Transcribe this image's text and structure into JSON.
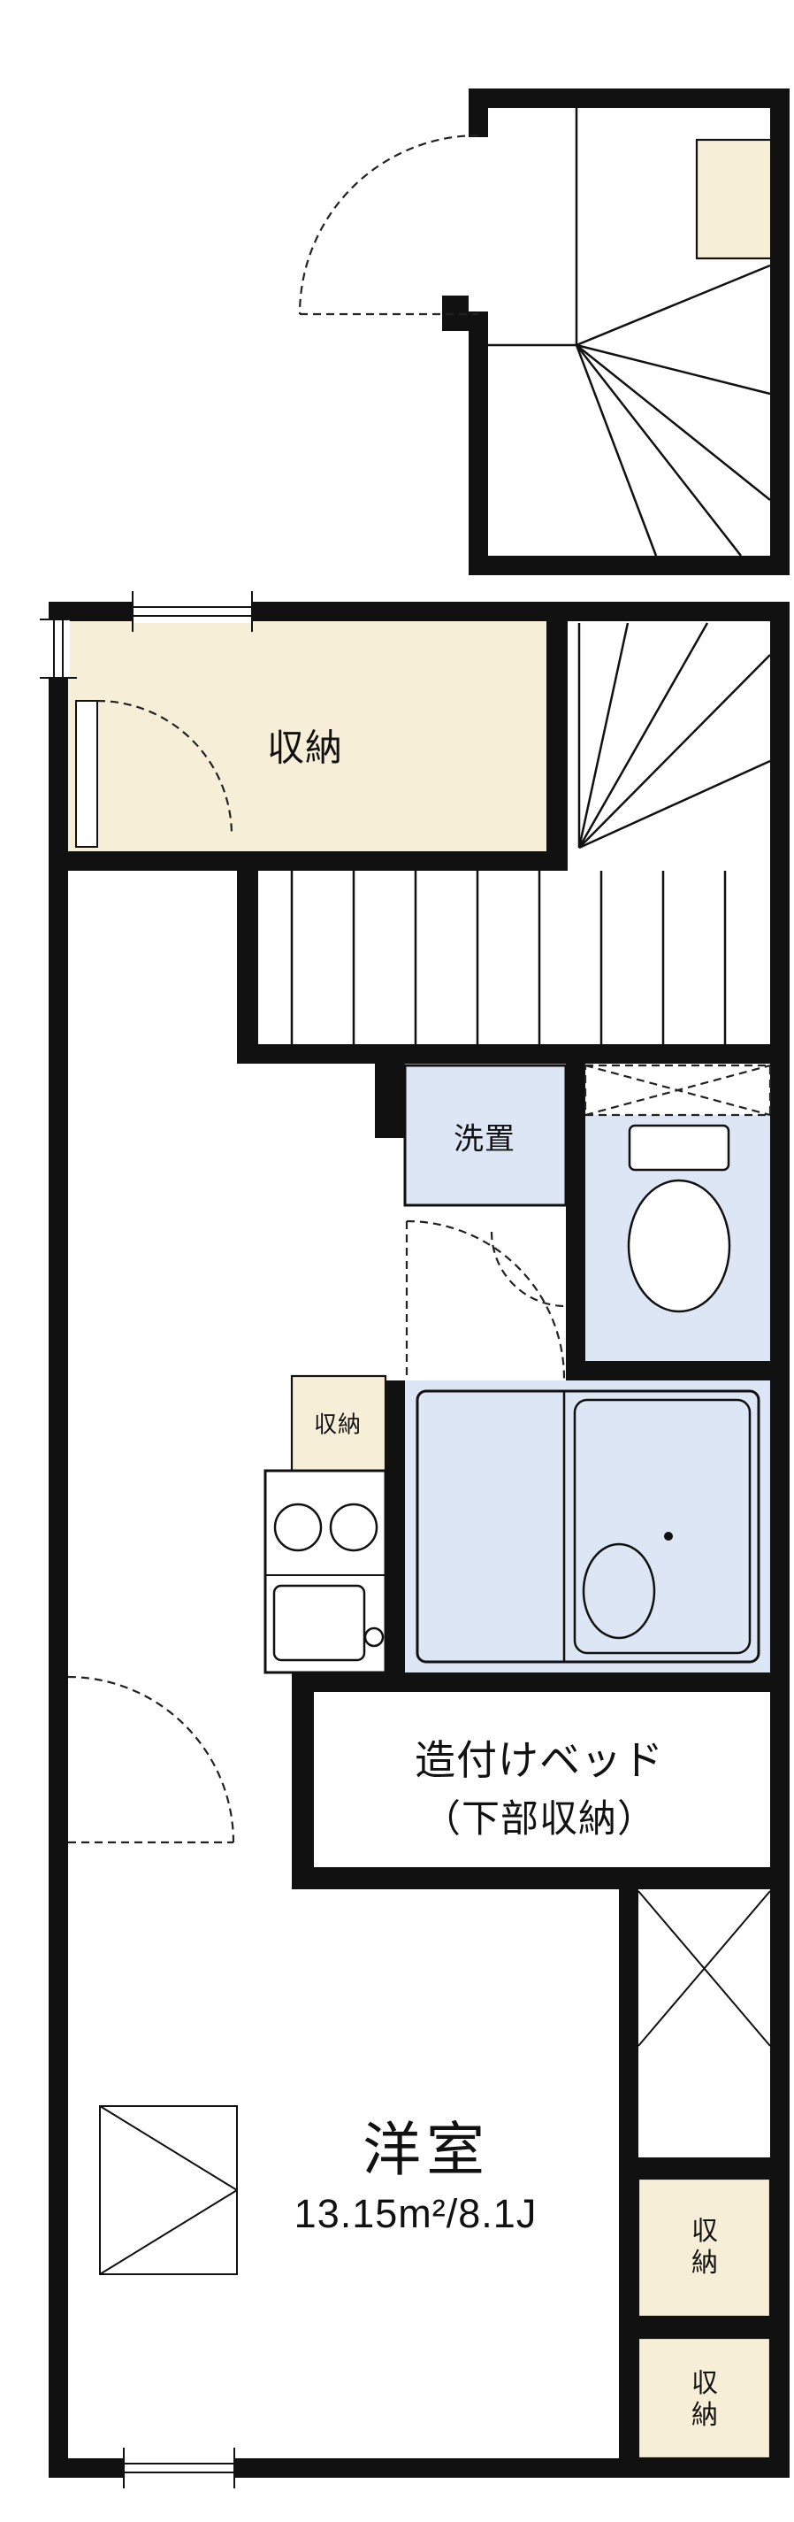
{
  "plan": {
    "rooms": {
      "closet_top": "収納",
      "laundry": "洗置",
      "closet_hall": "収納",
      "bed_line1": "造付けベッド",
      "bed_line2": "（下部収納）",
      "room_name": "洋室",
      "room_size": "13.15m²/8.1J",
      "closet_right_upper": "収納",
      "closet_right_lower": "収納"
    },
    "colors": {
      "wall": "#111111",
      "closet_fill": "#f7eed8",
      "wet_area_fill": "#dce6f4",
      "background": "#ffffff",
      "line": "#1a1a1a"
    }
  }
}
